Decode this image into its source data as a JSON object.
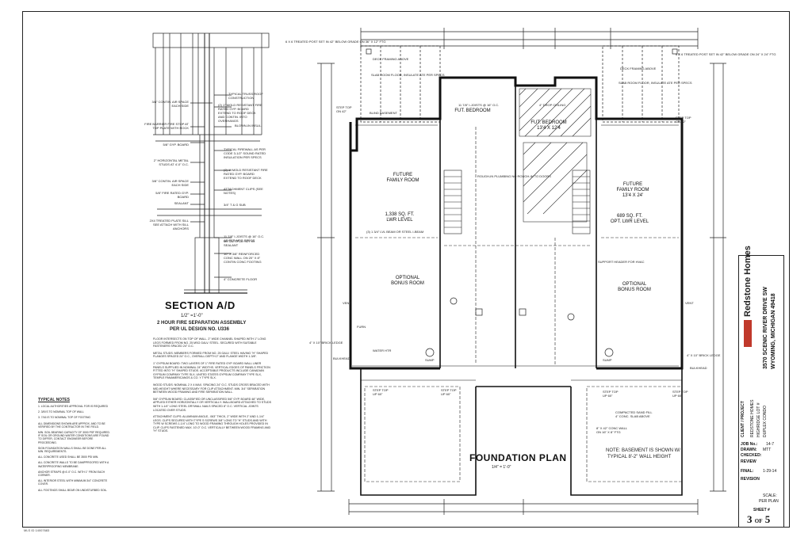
{
  "section": {
    "title": "SECTION A/D",
    "scale": "1/2\" =1'-0\"",
    "subtitle1": "2 HOUR FIRE SEPARATION ASSEMBLY",
    "subtitle2": "PER UL DESIGN NO. U336",
    "labels": [
      "TYPICAL TRUSS ROOF CONSTRUCTION",
      "3/8\" CONTIN. AIR SPACE EACH SIDE",
      "(2) 1\" MOLD RESISTANT FIRE RATED GYP. BOARD EXTEND TO ROOF DECK AND CONTIN. INTO OVERHANGS",
      "BLOWN-IN INSUL.",
      "FIRE BARRIER FIRE STOP AT TOP PLATE WITH ROCK",
      "5/8\" GYP. BOARD",
      "TYPICAL FIREWALL AS PER CODE 3-1/2\" SOUND RATED INSULATION PER SPECS",
      "2\" HORIZONTAL METAL STUDS AT 4'-0\" O.C.",
      "(2) 1\" MOLD RESISTANT FIRE RATED GYP. BOARD EXTEND TO ROOF DECK",
      "3/8\" CONTIN. AIR SPACE EACH SIDE",
      "ATTACHMENT CLIPS (SEE NOTES)",
      "5/8\" FIRE RATED GYP. BOARD",
      "SEALANT",
      "3/4\" T & G SUB",
      "11 7/8\" I-JOISTS @ 16\" O.C. AS PER MFG SPECS",
      "2X4 TREATED PLATE SILL SEE ATTACH WITH SILL ANCHORS",
      "METAL STUD SET IN SEALANT",
      "10\" X 3/8\" REINFORCED CONC WALL ON 20\" X 8\" CONTIN CONC FOOTING",
      "4\" CONCRETE FLOOR"
    ],
    "notes": [
      "FLOOR INTERSECTS ON TOP OF WALL. 2\" WIDE CHANNEL SHAPED WITH 1\" LONG LEGS FORMED FROM NO. 25 MSG GALV. STEEL. SECURED WITH SUITABLE FASTENERS SPACED 24\" O.C.",
      "METAL STUDS: MEMBERS FORMED FROM NO. 25 GALV. STEEL HAVING \"H\" SHAPED FLANGES SPACED 24\" O.C., OVERALL DEPTH 2\" AND FLANGE WIDTH 1-3/8\".",
      "1\" GYPSUM BOARD: TWO LAYERS OF 1\" FIRE RATED GYP. BOARD WALL LINER PANELS SUPPLIED IN NOMINAL 24\" WIDTHS. VERTICAL EDGES OF PANELS FRICTION FITTED INTO \"H\" SHAPED STUDS. ACCEPTABLE PRODUCTS INCLUDE CANADIAN GYPSUM COMPANY TYPE SLX, UNITED STATES GYPSUM COMPANY TYPE SLX, TEMPLE PANAMERICANOS & CO. Y TYPE SLX.",
      "WOOD STUDS: NOMINAL 2 X 4 MAX. SPACING 24\" O.C. STUDS CROSS BRACED WITH MID-HEIGHT WHERE NECESSARY FOR CLIP ATTACHMENT. MIN. 3/4\" SEPARATION BETWEEN WOOD FRAMING AND FIRE SEPARATION WALL.",
      "5/8\" GYPSUM BOARD: CLASSIFIED OR UNCLASSIFIED 5/8\" GYP. BOARD 48\" WIDE, APPLIED EITHER HORIZONTALLY OR VERTICALLY. WALLBOARD ATTACHED TO STUDS WITH 1-1/4\" LONG STEEL DRYWALL NAILS SPACED 8\" O.C. VERTICAL JOINTS LOCATED OVER STUDS.",
      "ATTACHMENT CLIPS: ALUMINUM ANGLE, .063\" THICK, 2\" WIDE WITH 2\" AND 1-1/4\" LEGS. CLIPS SECURED WITH TYPE S SCREWS 3/8\" LONG TO \"H\" STUDS AND WITH TYPE W SCREWS 1-1/4\" LONG TO WOOD FRAMING THROUGH HOLES PROVIDED IN CLIP. CLIPS FASTENED MAX. 10'-0\" O.C. VERTICALLY BETWEEN WOOD FRAMING AND \"H\" STUDS."
    ]
  },
  "typical_notes": {
    "title": "TYPICAL NOTES",
    "items": [
      "1. LOCAL AUTHORITIES APPROVAL FOR IS REQUIRED",
      "2. 3/8 IS TO NOMINAL TOP OF WALL",
      "3. 7/16 IS TO NOMINAL TOP OF FOOTING",
      "ALL DIMENSIONS SHOWN ARE APPROX. AND TO BE VERIFIED BY THE CONTRACTOR IN THE FIELD.",
      "MIN. SOIL BEARING CAPACITY OF 3000 PSF REQUIRED. IF SOIL OR GROUND WATER CONDITIONS ARE FOUND TO DIFFER, CONTACT ENGINEER BEFORE PROCEEDING.",
      "SIGN FOUNDATION WALLS SHALL BE DONE PER ALL MIN. REQUIREMENTS.",
      "ALL CONCRETE USED SHALL BE 3500 PSI MIN.",
      "ALL CONCRETE WALLS TO BE DAMPPROOFED WITH A WATERPROOFING MEMBRANE.",
      "ANCHOR STRAPS @ 6'-0\" O.C. WITH 1\" FROM EACH CORNER.",
      "ALL INTERIOR STEEL WITH MINIMUM 3/4\" CONCRETE COVER.",
      "ALL FOOTINGS SHALL BEAR ON UNDISTURBED SOIL."
    ]
  },
  "plan": {
    "title": "FOUNDATION PLAN",
    "scale": "1/4\" = 1'-0\"",
    "note1": "NOTE: BASEMENT IS SHOWN W/",
    "note2": "TYPICAL 8'-2\" WALL HEIGHT",
    "rooms": [
      {
        "name": "FUTURE\nFAMILY ROOM"
      },
      {
        "name": "1,338 SQ. FT.\nLWR LEVEL"
      },
      {
        "name": "OPTIONAL\nBONUS ROOM"
      },
      {
        "name": "FUT. BEDROOM"
      },
      {
        "name": "FUT. BEDROOM\n13'4 X 12'4"
      },
      {
        "name": "FUTURE\nFAMILY ROOM\n13'4 X 24'"
      },
      {
        "name": "689 SQ. FT.\nOPT. LWR LEVEL"
      },
      {
        "name": "OPTIONAL\nBONUS ROOM"
      }
    ],
    "labels": {
      "step_top_l": "STEP TOP\nON 42\"",
      "step_top_r": "STEP TOP\nON 42\"",
      "step_top_1": "STEP TOP\nUP 60\"",
      "step_top_2": "STEP TOP\nUP 60\"",
      "step_top_3": "STEP TOP\nUP 60\"",
      "step_top_4": "STEP TOP\nUP 60\"",
      "deck_framing": "DECK FRAMING ABOVE",
      "deck_framing2": "DECK FRAMING ABOVE",
      "vent_l": "VENT",
      "vent_r": "VENT",
      "sump_l": "SUMP",
      "sump_r": "SUMP",
      "water_htr": "WATER HTR",
      "furn": "FURN",
      "bulkhead_l": "BULKHEAD",
      "bulkhead_r": "BULKHEAD",
      "treated_post_l": "6 X 6 TREATED POST SET IN 42\" BELOW GRADE ON 36\" X 12\" FTG",
      "treated_post_r": "6 X 6 TREATED POST SET IN 42\" BELOW GRADE ON 24\" X 24\" FTG",
      "brick_ledge_l": "4\" X 10\" BRICK LEDGE",
      "brick_ledge_r": "4\" X 10\" BRICK LEDGE",
      "compacted": "COMPACTED SAND FILL\n4\" CONC. SLAB ABOVE",
      "conc_wall": "8\" X 42\" CONC WALL\nON 16\" X 8\" FTG",
      "slab_l": "SLAB ROOM FLOOR, INSULATE ATE PER SPECS",
      "slab_r": "SLAB ROOM FLOOR, INSULATE ATE PER SPECS",
      "crawl": "4\" DROP CEILING",
      "egress_l": "BLIND BASEMENT",
      "mech": "ROUGH-IN PLUMBING NO ROUGH-IN TO DOORS",
      "joists": "11 7/8\" I-JOISTS @ 16\" O.C.",
      "beam": "(3) 1 3/4\" LVL BEAM OR STEEL I-BEAM",
      "support": "SUPPORT HEADER FOR HVAC"
    }
  },
  "titleblock": {
    "company": "Redstone Homes",
    "address1": "3570 SCENIC RIVER DRIVE SW",
    "address2": "WYOMING, MICHIGAN  49418",
    "client_label": "CLIENT / PROJECT",
    "client_lines": [
      "REDSTONE HOMES",
      "HIGHRIDGE LOT #",
      "DUPLEX CONDO"
    ],
    "job_no_label": "JOB No.:",
    "job_no": "14-7",
    "drawn_label": "DRAWN:",
    "drawn": "MTT",
    "checked_label": "CHECKED:",
    "checked": "",
    "review_label": "REVIEW",
    "final_label": "FINAL:",
    "final": "1-29-14",
    "revision_label": "REVISION",
    "scale_label": "SCALE:",
    "scale": "PER PLAN",
    "sheet_label": "SHEET #",
    "sheet_num": "3",
    "sheet_of": "OF",
    "sheet_total": "5"
  },
  "watermark": "MLS ID 14007683"
}
